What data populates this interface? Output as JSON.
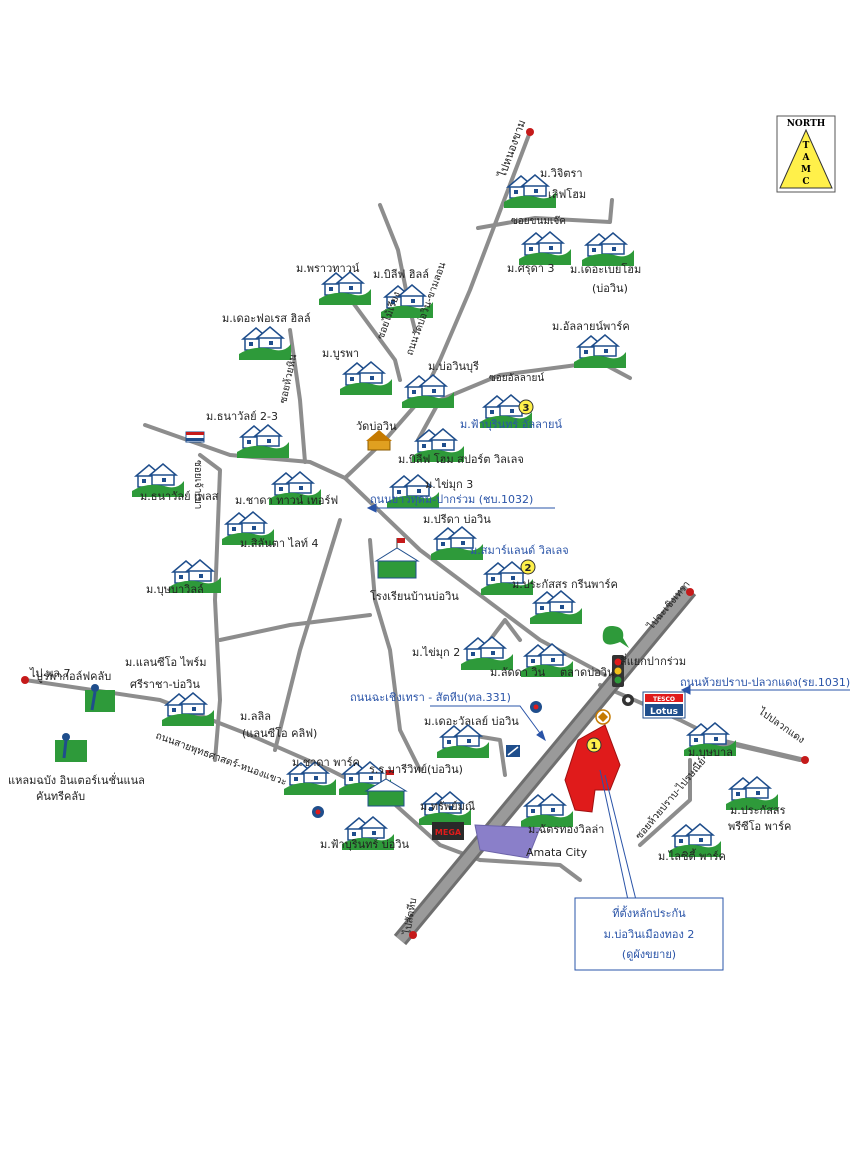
{
  "compass": {
    "north": "NORTH",
    "letters": [
      "T",
      "A",
      "M",
      "C"
    ]
  },
  "colors": {
    "road": "#8d8d8d",
    "highway": "#7a7a7a",
    "house_fill": "#2e9a3a",
    "house_roof": "#1f4e8c",
    "blue_label": "#2a54a8",
    "project_red": "#e01b1b",
    "purple_area": "#8a7fc9",
    "compass_yellow": "#fff04a"
  },
  "labels": {
    "to_nongkhuang": "ไปหนองขาม",
    "vijitra": "ม.วิจิตรา",
    "vijitra2": "เลิฟโฮม",
    "soi_khanom": "ซอยขนมเจ๊ค",
    "sruda3": "ม.ศรุดา 3",
    "baywin1": "ม.เดอะเบยโฮม",
    "baywin2": "(บ่อวิน)",
    "praowtown": "ม.พราวทาวน์",
    "bileaf_hill": "ม.บิลีฟ ฮิลล์",
    "soi_mairao": "ซอยไม้เรียง",
    "road_watbowin": "ถนนวัดบ่อวิน-ขามลอน",
    "forest_hill": "ม.เดอะฟอเรส ฮิลล์",
    "soi_huaihin": "ซอยห้วยหิน",
    "aunlasan": "ม.อัลลายน์พาร์ค",
    "burapha": "ม.บูรพา",
    "bowinburi": "ม.บ่อวินบุรี",
    "soi_aunlasan": "ซอยอัลลายน์",
    "thanawan23": "ม.ธนาวัลย์ 2-3",
    "wat_bowin": "วัดบ่อวิน",
    "fahburin_aunlasan": "ม.ฟ้าบุรินทร์ อัลลายน์",
    "bileaf_sport": "ม.บิลีฟ โฮม สปอร์ต วิลเลจ",
    "soi_jaokhao": "ซอยเจ้าเขา",
    "thanawan_place": "ม.ธนาวัลย์ เพลส",
    "chakra_terrace": "ม.ชาดา ทาวน์ เทอร์ฟ",
    "khaimuk3": "ม.ไข่มุก 3",
    "road_1032": "ถนนยาวทุดม-ปากร่วม (ชบ.1032)",
    "prida": "ม.ปรีดา บ่อวิน",
    "silanta": "ม.สิลันตา ไลท์ 4",
    "smart_land": "ม.สมาร์แลนด์ วิลเลจ",
    "school": "โรงเรียนบ้านบ่อวิน",
    "prakasit": "ม.ประกัสสร กรีนพาร์ค",
    "to_chachoengsao": "ไปฉะเชิงเทรา",
    "boonbaan": "ม.บุษบาวิลล์",
    "khaimuk2": "ม.ไข่มุก 2",
    "pakruam": "สี่แยกปากร่วม",
    "lampiang": "ม.ลัดดา วิน",
    "talad": "ตลาดบ่อวิน",
    "road_331": "ถนนฉะเชิงเทรา - สัตหีบ(ทล.331)",
    "road_1031": "ถนนห้วยปราบ-ปลวกแดง(รย.1031)",
    "tesco": "TESCO",
    "lotus": "Lotus",
    "burapha_golf": "บูรพากอล์ฟคลับ",
    "landseer1": "ม.แลนซีโอ ไพร์ม",
    "landseer2": "ศรีราชา-บ่อวิน",
    "to_ph7": "ไป พล.7",
    "lalin1": "ม.ลลิล",
    "lalin2": "(แลนซีโอ คลิฟ)",
    "the_valley": "ม.เดอะวัลเลย์ บ่อวิน",
    "to_pluakdaeng": "ไปปลวกแดง",
    "busaba": "ม.บุษบาล",
    "laemchabang1": "แหลมฉบัง อินเตอร์เนชั่นแนล",
    "laemchabang2": "คันทรีคลับ",
    "road_sukhumvit": "ถนนสายพุทธศาสตร์-หนองแขวะ",
    "chakra_park": "ม.ชาดา พาร์ค",
    "school2": "ร.ร.มารีวิทย์(บ่อวิน)",
    "soi_huaiprab": "ซอยห้วยปราบ-ไปรษณีย์",
    "prakasit2a": "ม.ประกัสสร",
    "prakasit2b": "พรีซีโอ พาร์ค",
    "subpaiboon": "ม.ทรัพย์มณี",
    "mega": "MEGA",
    "chatthong": "ม.ฉัตรทองวิลล่า",
    "amata": "Amata City",
    "lifely": "ม.ไลซิตี้ พาร์ค",
    "fahburin": "ม.ฟ้าบุรินทร์ บ่อวิน",
    "to_sattahip": "ไปสัตหีบ",
    "callout1": "ที่ตั้งหลักประกัน",
    "callout2": "ม.บ่อวินเมืองทอง 2",
    "callout3": "(ดูผังขยาย)",
    "marker1": "1",
    "marker2": "2",
    "marker3": "3"
  }
}
